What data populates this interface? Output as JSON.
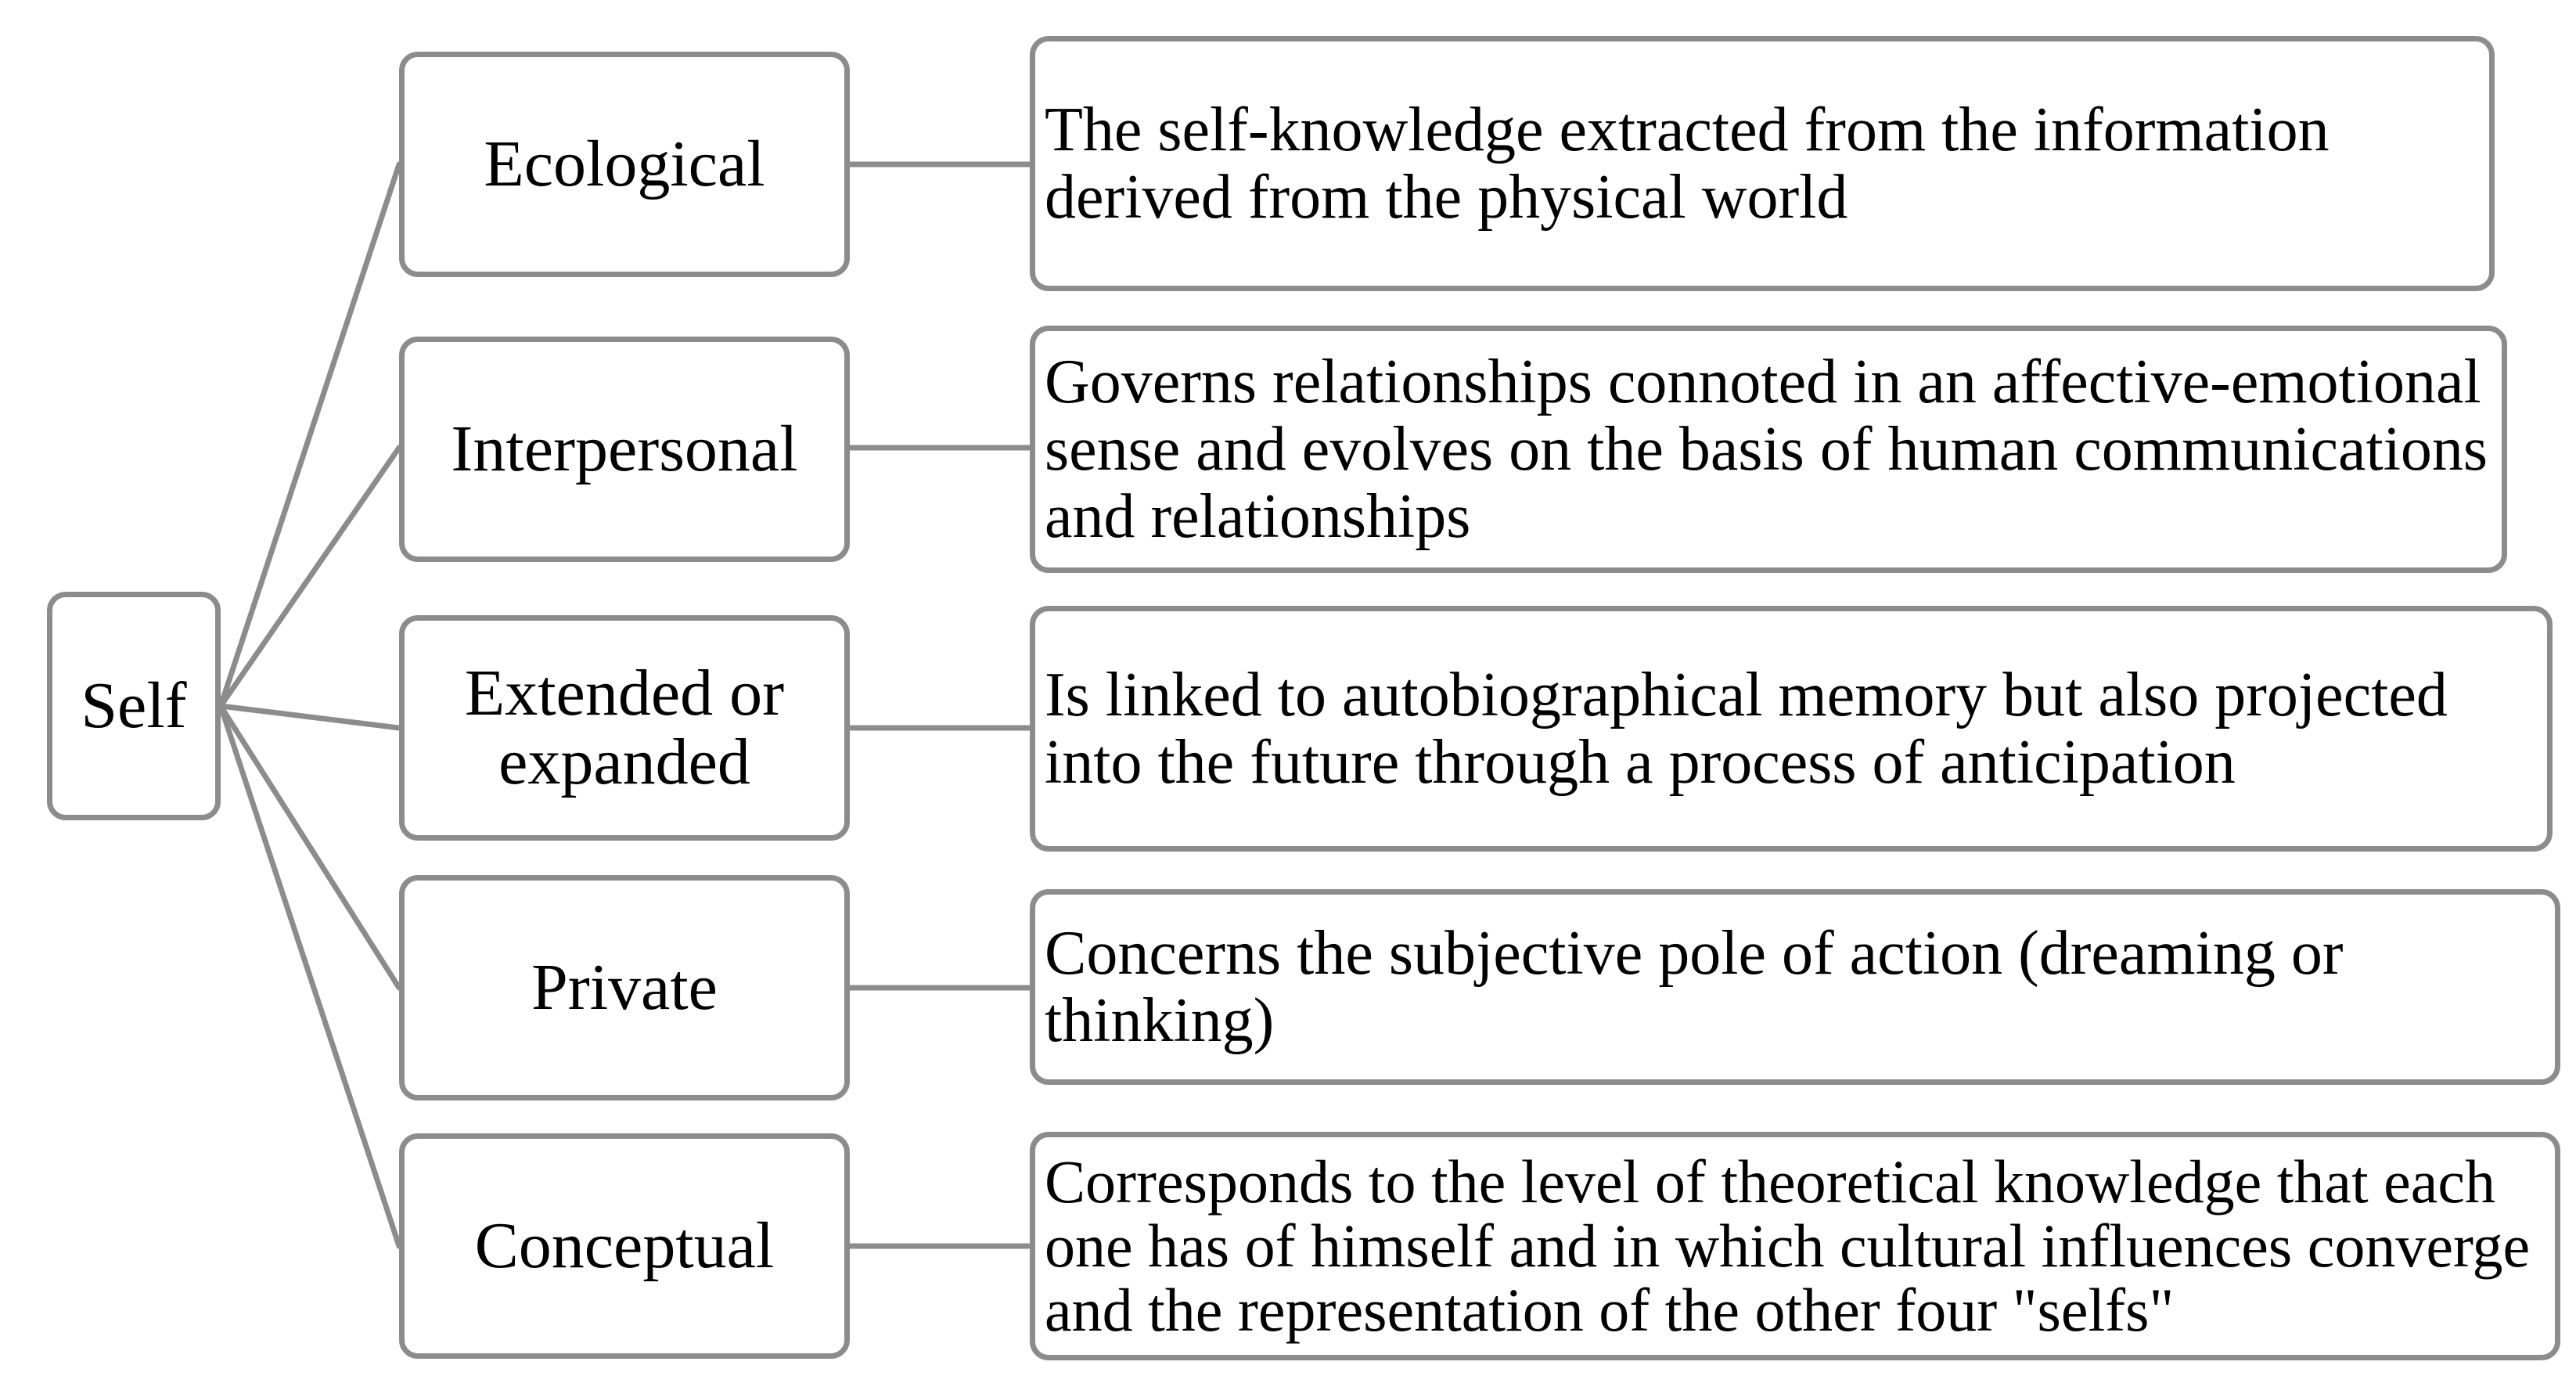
{
  "root": {
    "label": "Self"
  },
  "branches": [
    {
      "label": "Ecological",
      "description": "The self-knowledge extracted from the information derived from the physical world"
    },
    {
      "label": "Interpersonal",
      "description": "Governs relationships connoted in an affective-emotional sense and evolves on the basis of human communications and relationships"
    },
    {
      "label": "Extended or expanded",
      "description": "Is linked to autobiographical memory but also projected into the future through a process of anticipation"
    },
    {
      "label": "Private",
      "description": "Concerns the subjective pole of action (dreaming or thinking)"
    },
    {
      "label": "Conceptual",
      "description": "Corresponds to the level of theoretical knowledge that each one has of himself and in which cultural influences converge and the representation of the other four \"selfs\""
    }
  ],
  "colors": {
    "stroke": "#8c8c8c",
    "text": "#000000",
    "background": "#ffffff"
  }
}
